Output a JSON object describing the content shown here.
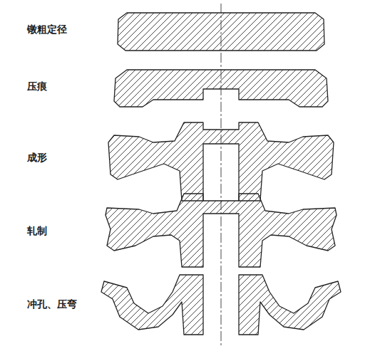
{
  "diagram": {
    "labels": [
      "镦粗定径",
      "压痕",
      "成形",
      "轧制",
      "冲孔、压弯"
    ]
  }
}
